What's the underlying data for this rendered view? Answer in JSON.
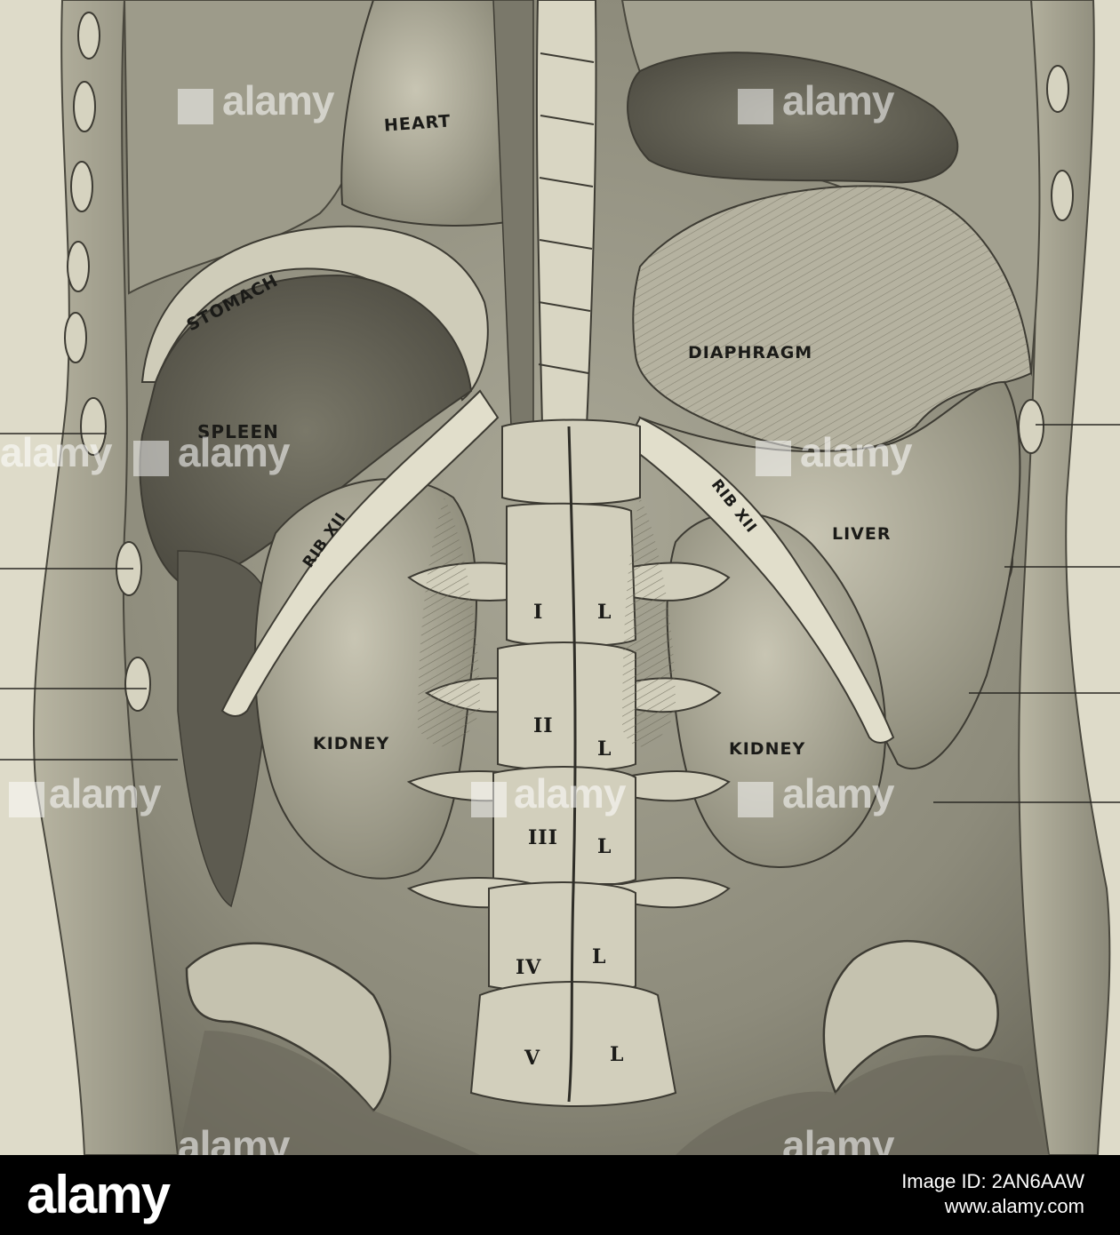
{
  "labels": {
    "heart": "HEART",
    "stomach": "STOMACH",
    "spleen": "SPLEEN",
    "diaphragm": "DIAPHRAGM",
    "liver": "LIVER",
    "rib_left": "RIB XII",
    "rib_right": "RIB XII",
    "kidney_left": "KIDNEY",
    "kidney_right": "KIDNEY"
  },
  "vertebrae": [
    {
      "numeral": "I",
      "side": "L"
    },
    {
      "numeral": "II",
      "side": "L"
    },
    {
      "numeral": "III",
      "side": "L"
    },
    {
      "numeral": "IV",
      "side": "L"
    },
    {
      "numeral": "V",
      "side": "L"
    }
  ],
  "watermark": {
    "text": "alamy"
  },
  "footer": {
    "logo": "alamy",
    "image_id": "Image ID: 2AN6AAW",
    "site": "www.alamy.com"
  },
  "colors": {
    "background": "#dedbc9",
    "footer": "#000000"
  }
}
